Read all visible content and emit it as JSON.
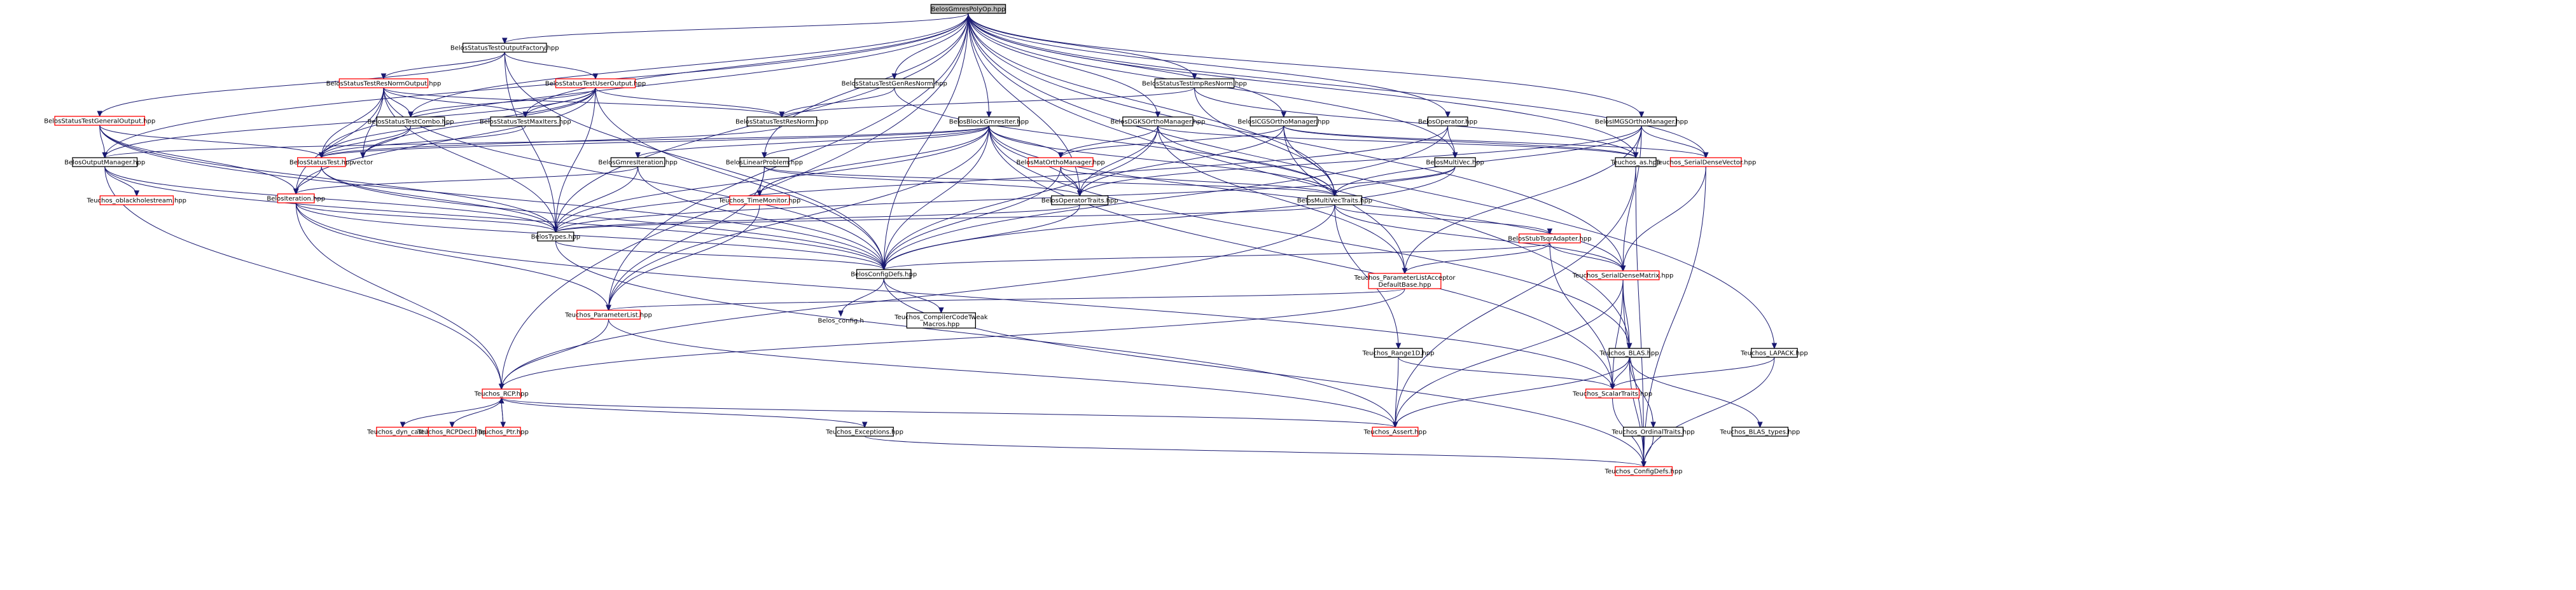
{
  "colors": {
    "root_fill": "#bfbfbf",
    "node_border": "#000000",
    "missing_border": "#ff0000",
    "edge": "#191970"
  },
  "nodes": [
    {
      "id": "root",
      "label": "BelosGmresPolyOp.hpp",
      "style": "root"
    },
    {
      "id": "stofac",
      "label": "BelosStatusTestOutputFactory.hpp",
      "style": "normal"
    },
    {
      "id": "genout",
      "label": "BelosStatusTestGeneralOutput.hpp",
      "style": "missing"
    },
    {
      "id": "rnout",
      "label": "BelosStatusTestResNormOutput.hpp",
      "style": "missing"
    },
    {
      "id": "userout",
      "label": "BelosStatusTestUserOutput.hpp",
      "style": "missing"
    },
    {
      "id": "genresnorm",
      "label": "BelosStatusTestGenResNorm.hpp",
      "style": "normal"
    },
    {
      "id": "impresnorm",
      "label": "BelosStatusTestImpResNorm.hpp",
      "style": "normal"
    },
    {
      "id": "outmgr",
      "label": "BelosOutputManager.hpp",
      "style": "normal"
    },
    {
      "id": "oblack",
      "label": "Teuchos_oblackholestream.hpp",
      "style": "missing"
    },
    {
      "id": "stcombo",
      "label": "BelosStatusTestCombo.hpp",
      "style": "normal"
    },
    {
      "id": "stmaxit",
      "label": "BelosStatusTestMaxIters.hpp",
      "style": "normal"
    },
    {
      "id": "stresnorm",
      "label": "BelosStatusTestResNorm.hpp",
      "style": "normal"
    },
    {
      "id": "vector",
      "label": "vector",
      "style": "plain"
    },
    {
      "id": "stest",
      "label": "BelosStatusTest.hpp",
      "style": "missing"
    },
    {
      "id": "iter",
      "label": "BelosIteration.hpp",
      "style": "missing"
    },
    {
      "id": "types",
      "label": "BelosTypes.hpp",
      "style": "normal"
    },
    {
      "id": "bgsolver",
      "label": "BelosBlockGmresIter.hpp",
      "style": "normal"
    },
    {
      "id": "gmiter",
      "label": "BelosGmresIteration.hpp",
      "style": "normal"
    },
    {
      "id": "linprob",
      "label": "BelosLinearProblem.hpp",
      "style": "normal"
    },
    {
      "id": "tmon",
      "label": "Teuchos_TimeMonitor.hpp",
      "style": "missing"
    },
    {
      "id": "dgks",
      "label": "BelosDGKSOrthoManager.hpp",
      "style": "normal"
    },
    {
      "id": "matortho",
      "label": "BelosMatOrthoManager.hpp",
      "style": "missing"
    },
    {
      "id": "opt",
      "label": "BelosOperatorTraits.hpp",
      "style": "normal"
    },
    {
      "id": "icgs",
      "label": "BelosICGSOrthoManager.hpp",
      "style": "normal"
    },
    {
      "id": "op",
      "label": "BelosOperator.hpp",
      "style": "normal"
    },
    {
      "id": "mv",
      "label": "BelosMultiVec.hpp",
      "style": "normal"
    },
    {
      "id": "imgs",
      "label": "BelosIMGSOrthoManager.hpp",
      "style": "normal"
    },
    {
      "id": "asstr",
      "label": "Teuchos_as.hpp",
      "style": "normal"
    },
    {
      "id": "sdvec",
      "label": "Teuchos_SerialDenseVector.hpp",
      "style": "missing"
    },
    {
      "id": "mvt",
      "label": "BelosMultiVecTraits.hpp",
      "style": "normal"
    },
    {
      "id": "stsqr",
      "label": "BelosStubTsqrAdapter.hpp",
      "style": "missing"
    },
    {
      "id": "cfg",
      "label": "BelosConfigDefs.hpp",
      "style": "normal"
    },
    {
      "id": "plad",
      "label": "Teuchos_ParameterListAcceptor\nDefaultBase.hpp",
      "style": "missing"
    },
    {
      "id": "sdmat",
      "label": "Teuchos_SerialDenseMatrix.hpp",
      "style": "missing"
    },
    {
      "id": "plist",
      "label": "Teuchos_ParameterList.hpp",
      "style": "missing"
    },
    {
      "id": "bconfig",
      "label": "Belos_config.h",
      "style": "plain"
    },
    {
      "id": "cctm",
      "label": "Teuchos_CompilerCodeTweak\nMacros.hpp",
      "style": "normal"
    },
    {
      "id": "range",
      "label": "Teuchos_Range1D.hpp",
      "style": "normal"
    },
    {
      "id": "blas",
      "label": "Teuchos_BLAS.hpp",
      "style": "normal"
    },
    {
      "id": "lapack",
      "label": "Teuchos_LAPACK.hpp",
      "style": "normal"
    },
    {
      "id": "rcp",
      "label": "Teuchos_RCP.hpp",
      "style": "missing"
    },
    {
      "id": "scalar",
      "label": "Teuchos_ScalarTraits.hpp",
      "style": "missing"
    },
    {
      "id": "ordtr",
      "label": "Teuchos_OrdinalTraits.hpp",
      "style": "normal"
    },
    {
      "id": "blastypes",
      "label": "Teuchos_BLAS_types.hpp",
      "style": "normal"
    },
    {
      "id": "dyncast",
      "label": "Teuchos_dyn_cast.hpp",
      "style": "missing"
    },
    {
      "id": "rcpdecl",
      "label": "Teuchos_RCPDecl.hpp",
      "style": "missing"
    },
    {
      "id": "ptr",
      "label": "Teuchos_Ptr.hpp",
      "style": "missing"
    },
    {
      "id": "exc",
      "label": "Teuchos_Exceptions.hpp",
      "style": "normal"
    },
    {
      "id": "assert",
      "label": "Teuchos_Assert.hpp",
      "style": "missing"
    },
    {
      "id": "tcfg",
      "label": "Teuchos_ConfigDefs.hpp",
      "style": "missing"
    }
  ],
  "edges": [
    [
      "root",
      "stofac"
    ],
    [
      "root",
      "genresnorm"
    ],
    [
      "root",
      "impresnorm"
    ],
    [
      "root",
      "bgsolver"
    ],
    [
      "root",
      "dgks"
    ],
    [
      "root",
      "icgs"
    ],
    [
      "root",
      "op"
    ],
    [
      "root",
      "imgs"
    ],
    [
      "root",
      "asstr"
    ],
    [
      "root",
      "sdvec"
    ],
    [
      "root",
      "lapack"
    ],
    [
      "root",
      "mvt"
    ],
    [
      "root",
      "opt"
    ],
    [
      "root",
      "stest"
    ],
    [
      "root",
      "types"
    ],
    [
      "root",
      "cfg"
    ],
    [
      "root",
      "rcp"
    ],
    [
      "root",
      "plist"
    ],
    [
      "root",
      "outmgr"
    ],
    [
      "root",
      "mv"
    ],
    [
      "root",
      "sdmat"
    ],
    [
      "root",
      "stcombo"
    ],
    [
      "root",
      "stmaxit"
    ],
    [
      "root",
      "linprob"
    ],
    [
      "root",
      "blas"
    ],
    [
      "stofac",
      "genout"
    ],
    [
      "stofac",
      "rnout"
    ],
    [
      "stofac",
      "userout"
    ],
    [
      "stofac",
      "types"
    ],
    [
      "stofac",
      "cfg"
    ],
    [
      "genout",
      "outmgr"
    ],
    [
      "genout",
      "stest"
    ],
    [
      "genout",
      "iter"
    ],
    [
      "genout",
      "types"
    ],
    [
      "genout",
      "cfg"
    ],
    [
      "rnout",
      "stcombo"
    ],
    [
      "rnout",
      "stmaxit"
    ],
    [
      "rnout",
      "stresnorm"
    ],
    [
      "rnout",
      "stest"
    ],
    [
      "rnout",
      "iter"
    ],
    [
      "rnout",
      "types"
    ],
    [
      "rnout",
      "cfg"
    ],
    [
      "rnout",
      "vector"
    ],
    [
      "userout",
      "stcombo"
    ],
    [
      "userout",
      "stmaxit"
    ],
    [
      "userout",
      "stresnorm"
    ],
    [
      "userout",
      "stest"
    ],
    [
      "userout",
      "iter"
    ],
    [
      "userout",
      "types"
    ],
    [
      "userout",
      "cfg"
    ],
    [
      "userout",
      "vector"
    ],
    [
      "userout",
      "outmgr"
    ],
    [
      "genresnorm",
      "stresnorm"
    ],
    [
      "genresnorm",
      "mvt"
    ],
    [
      "impresnorm",
      "stresnorm"
    ],
    [
      "impresnorm",
      "mvt"
    ],
    [
      "impresnorm",
      "asstr"
    ],
    [
      "outmgr",
      "oblack"
    ],
    [
      "outmgr",
      "types"
    ],
    [
      "outmgr",
      "rcp"
    ],
    [
      "outmgr",
      "cfg"
    ],
    [
      "stcombo",
      "stest"
    ],
    [
      "stcombo",
      "vector"
    ],
    [
      "stmaxit",
      "stest"
    ],
    [
      "stresnorm",
      "stest"
    ],
    [
      "stest",
      "types"
    ],
    [
      "stest",
      "iter"
    ],
    [
      "stest",
      "cfg"
    ],
    [
      "iter",
      "types"
    ],
    [
      "iter",
      "cfg"
    ],
    [
      "iter",
      "rcp"
    ],
    [
      "iter",
      "plist"
    ],
    [
      "iter",
      "scalar"
    ],
    [
      "types",
      "cfg"
    ],
    [
      "types",
      "assert"
    ],
    [
      "bgsolver",
      "gmiter"
    ],
    [
      "bgsolver",
      "linprob"
    ],
    [
      "bgsolver",
      "matortho"
    ],
    [
      "bgsolver",
      "stest"
    ],
    [
      "bgsolver",
      "opt"
    ],
    [
      "bgsolver",
      "mvt"
    ],
    [
      "bgsolver",
      "types"
    ],
    [
      "bgsolver",
      "cfg"
    ],
    [
      "bgsolver",
      "tmon"
    ],
    [
      "bgsolver",
      "sdmat"
    ],
    [
      "bgsolver",
      "blas"
    ],
    [
      "bgsolver",
      "scalar"
    ],
    [
      "bgsolver",
      "outmgr"
    ],
    [
      "bgsolver",
      "plist"
    ],
    [
      "gmiter",
      "iter"
    ],
    [
      "gmiter",
      "types"
    ],
    [
      "gmiter",
      "cfg"
    ],
    [
      "linprob",
      "mvt"
    ],
    [
      "linprob",
      "opt"
    ],
    [
      "linprob",
      "tmon"
    ],
    [
      "linprob",
      "plist"
    ],
    [
      "tmon",
      "plist"
    ],
    [
      "dgks",
      "matortho"
    ],
    [
      "dgks",
      "opt"
    ],
    [
      "dgks",
      "mvt"
    ],
    [
      "dgks",
      "cfg"
    ],
    [
      "dgks",
      "asstr"
    ],
    [
      "dgks",
      "plad"
    ],
    [
      "matortho",
      "opt"
    ],
    [
      "matortho",
      "mvt"
    ],
    [
      "matortho",
      "cfg"
    ],
    [
      "opt",
      "types"
    ],
    [
      "opt",
      "cfg"
    ],
    [
      "icgs",
      "matortho"
    ],
    [
      "icgs",
      "opt"
    ],
    [
      "icgs",
      "mvt"
    ],
    [
      "icgs",
      "asstr"
    ],
    [
      "icgs",
      "sdvec"
    ],
    [
      "icgs",
      "plad"
    ],
    [
      "op",
      "mv"
    ],
    [
      "op",
      "types"
    ],
    [
      "op",
      "cfg"
    ],
    [
      "mv",
      "mvt"
    ],
    [
      "mv",
      "types"
    ],
    [
      "mv",
      "cfg"
    ],
    [
      "imgs",
      "asstr"
    ],
    [
      "imgs",
      "sdvec"
    ],
    [
      "imgs",
      "mvt"
    ],
    [
      "imgs",
      "opt"
    ],
    [
      "imgs",
      "sdmat"
    ],
    [
      "imgs",
      "plad"
    ],
    [
      "asstr",
      "tcfg"
    ],
    [
      "asstr",
      "assert"
    ],
    [
      "sdvec",
      "sdmat"
    ],
    [
      "sdvec",
      "tcfg"
    ],
    [
      "mvt",
      "stsqr"
    ],
    [
      "mvt",
      "types"
    ],
    [
      "mvt",
      "sdmat"
    ],
    [
      "mvt",
      "range"
    ],
    [
      "mvt",
      "rcp"
    ],
    [
      "stsqr",
      "cfg"
    ],
    [
      "stsqr",
      "plad"
    ],
    [
      "stsqr",
      "sdmat"
    ],
    [
      "stsqr",
      "scalar"
    ],
    [
      "cfg",
      "bconfig"
    ],
    [
      "cfg",
      "cctm"
    ],
    [
      "cfg",
      "tcfg"
    ],
    [
      "plad",
      "plist"
    ],
    [
      "plad",
      "rcp"
    ],
    [
      "sdmat",
      "blas"
    ],
    [
      "sdmat",
      "scalar"
    ],
    [
      "sdmat",
      "tcfg"
    ],
    [
      "sdmat",
      "assert"
    ],
    [
      "plist",
      "rcp"
    ],
    [
      "plist",
      "assert"
    ],
    [
      "range",
      "assert"
    ],
    [
      "range",
      "scalar"
    ],
    [
      "blas",
      "scalar"
    ],
    [
      "blas",
      "ordtr"
    ],
    [
      "blas",
      "blastypes"
    ],
    [
      "blas",
      "tcfg"
    ],
    [
      "blas",
      "assert"
    ],
    [
      "lapack",
      "scalar"
    ],
    [
      "lapack",
      "tcfg"
    ],
    [
      "rcp",
      "dyncast"
    ],
    [
      "rcp",
      "rcpdecl"
    ],
    [
      "rcp",
      "ptr"
    ],
    [
      "rcp",
      "exc"
    ],
    [
      "rcp",
      "assert"
    ],
    [
      "ptr",
      "rcp"
    ],
    [
      "scalar",
      "tcfg"
    ],
    [
      "exc",
      "tcfg"
    ],
    [
      "ordtr",
      "tcfg"
    ]
  ]
}
